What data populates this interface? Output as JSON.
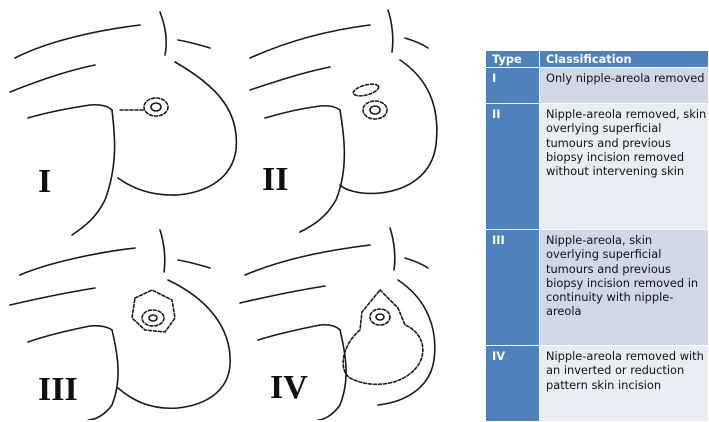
{
  "illustration": {
    "labels": [
      "I",
      "II",
      "III",
      "IV"
    ]
  },
  "table": {
    "headers": {
      "type": "Type",
      "classification": "Classification"
    },
    "rows": [
      {
        "type": "I",
        "classification": "Only nipple-areola removed"
      },
      {
        "type": "II",
        "classification": "Nipple-areola removed, skin overlying superficial tumours and previous biopsy incision removed without intervening skin"
      },
      {
        "type": "III",
        "classification": "Nipple-areola, skin overlying superficial tumours and previous biopsy incision removed in continuity with nipple-areola"
      },
      {
        "type": "IV",
        "classification": "Nipple-areola removed with an inverted or reduction pattern skin incision"
      }
    ]
  },
  "colors": {
    "header": "#4f81bd",
    "row_odd": "#d0d8e8",
    "row_even": "#e9edf4"
  }
}
